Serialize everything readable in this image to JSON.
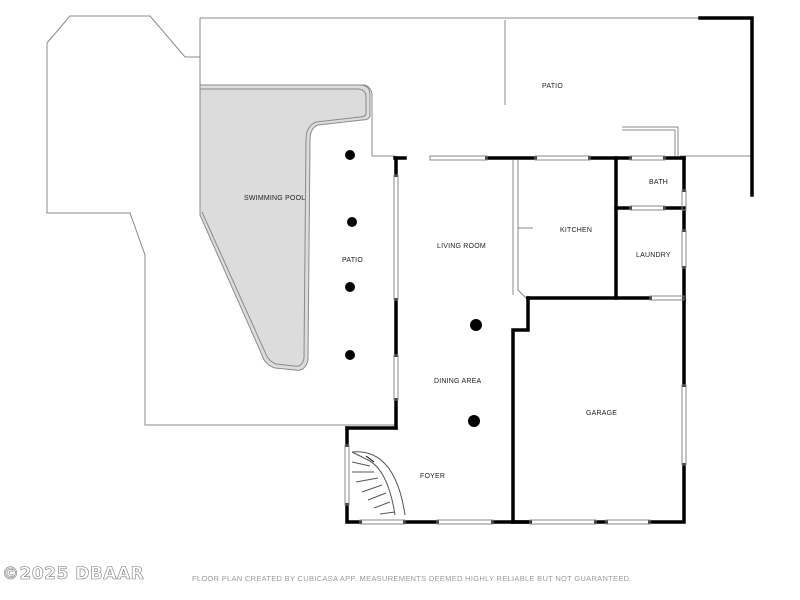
{
  "rooms": {
    "patio_north": "PATIO",
    "swimming_pool": "SWIMMING POOL",
    "patio_west": "PATIO",
    "living_room": "LIVING ROOM",
    "kitchen": "KITCHEN",
    "bath": "BATH",
    "laundry": "LAUNDRY",
    "dining_area": "DINING AREA",
    "garage": "GARAGE",
    "foyer": "FOYER"
  },
  "footer": {
    "note": "FLOOR PLAN CREATED BY CUBICASA APP. MEASUREMENTS DEEMED HIGHLY RELIABLE BUT NOT GUARANTEED.",
    "watermark": "©2025 DBAAR"
  },
  "colors": {
    "wall": "#000000",
    "outline": "#8a8a8a",
    "pool_fill": "#dcdcdc"
  }
}
